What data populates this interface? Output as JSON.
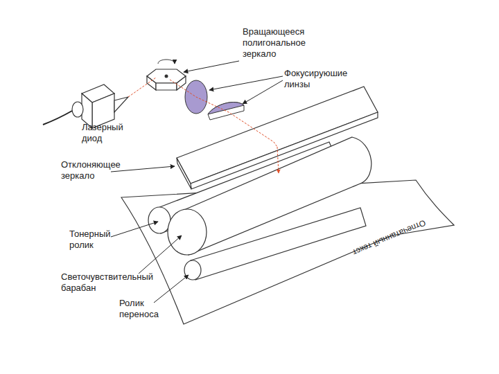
{
  "diagram": {
    "labels": [
      "Вращающееся полигональное зеркало",
      "Фокусируюшие линзы",
      "Лазерный диод",
      "Отклоняющее зеркало",
      "Тонерный ролик",
      "Светочувствительный барабан",
      "Ролик переноса",
      "Отпечатанный текст"
    ]
  }
}
